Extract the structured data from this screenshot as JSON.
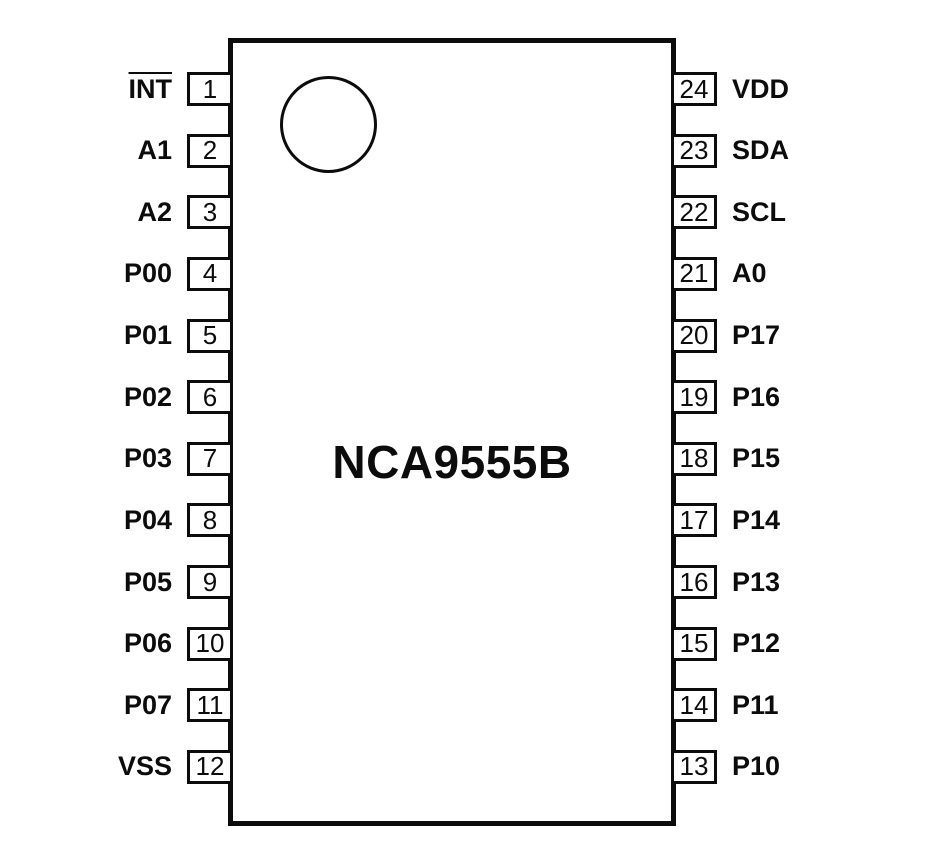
{
  "chip": {
    "name": "NCA9555B",
    "left_pins": [
      {
        "number": "1",
        "label": "INT",
        "overline": true
      },
      {
        "number": "2",
        "label": "A1",
        "overline": false
      },
      {
        "number": "3",
        "label": "A2",
        "overline": false
      },
      {
        "number": "4",
        "label": "P00",
        "overline": false
      },
      {
        "number": "5",
        "label": "P01",
        "overline": false
      },
      {
        "number": "6",
        "label": "P02",
        "overline": false
      },
      {
        "number": "7",
        "label": "P03",
        "overline": false
      },
      {
        "number": "8",
        "label": "P04",
        "overline": false
      },
      {
        "number": "9",
        "label": "P05",
        "overline": false
      },
      {
        "number": "10",
        "label": "P06",
        "overline": false
      },
      {
        "number": "11",
        "label": "P07",
        "overline": false
      },
      {
        "number": "12",
        "label": "VSS",
        "overline": false
      }
    ],
    "right_pins": [
      {
        "number": "24",
        "label": "VDD",
        "overline": false
      },
      {
        "number": "23",
        "label": "SDA",
        "overline": false
      },
      {
        "number": "22",
        "label": "SCL",
        "overline": false
      },
      {
        "number": "21",
        "label": "A0",
        "overline": false
      },
      {
        "number": "20",
        "label": "P17",
        "overline": false
      },
      {
        "number": "19",
        "label": "P16",
        "overline": false
      },
      {
        "number": "18",
        "label": "P15",
        "overline": false
      },
      {
        "number": "17",
        "label": "P14",
        "overline": false
      },
      {
        "number": "16",
        "label": "P13",
        "overline": false
      },
      {
        "number": "15",
        "label": "P12",
        "overline": false
      },
      {
        "number": "14",
        "label": "P11",
        "overline": false
      },
      {
        "number": "13",
        "label": "P10",
        "overline": false
      }
    ]
  }
}
